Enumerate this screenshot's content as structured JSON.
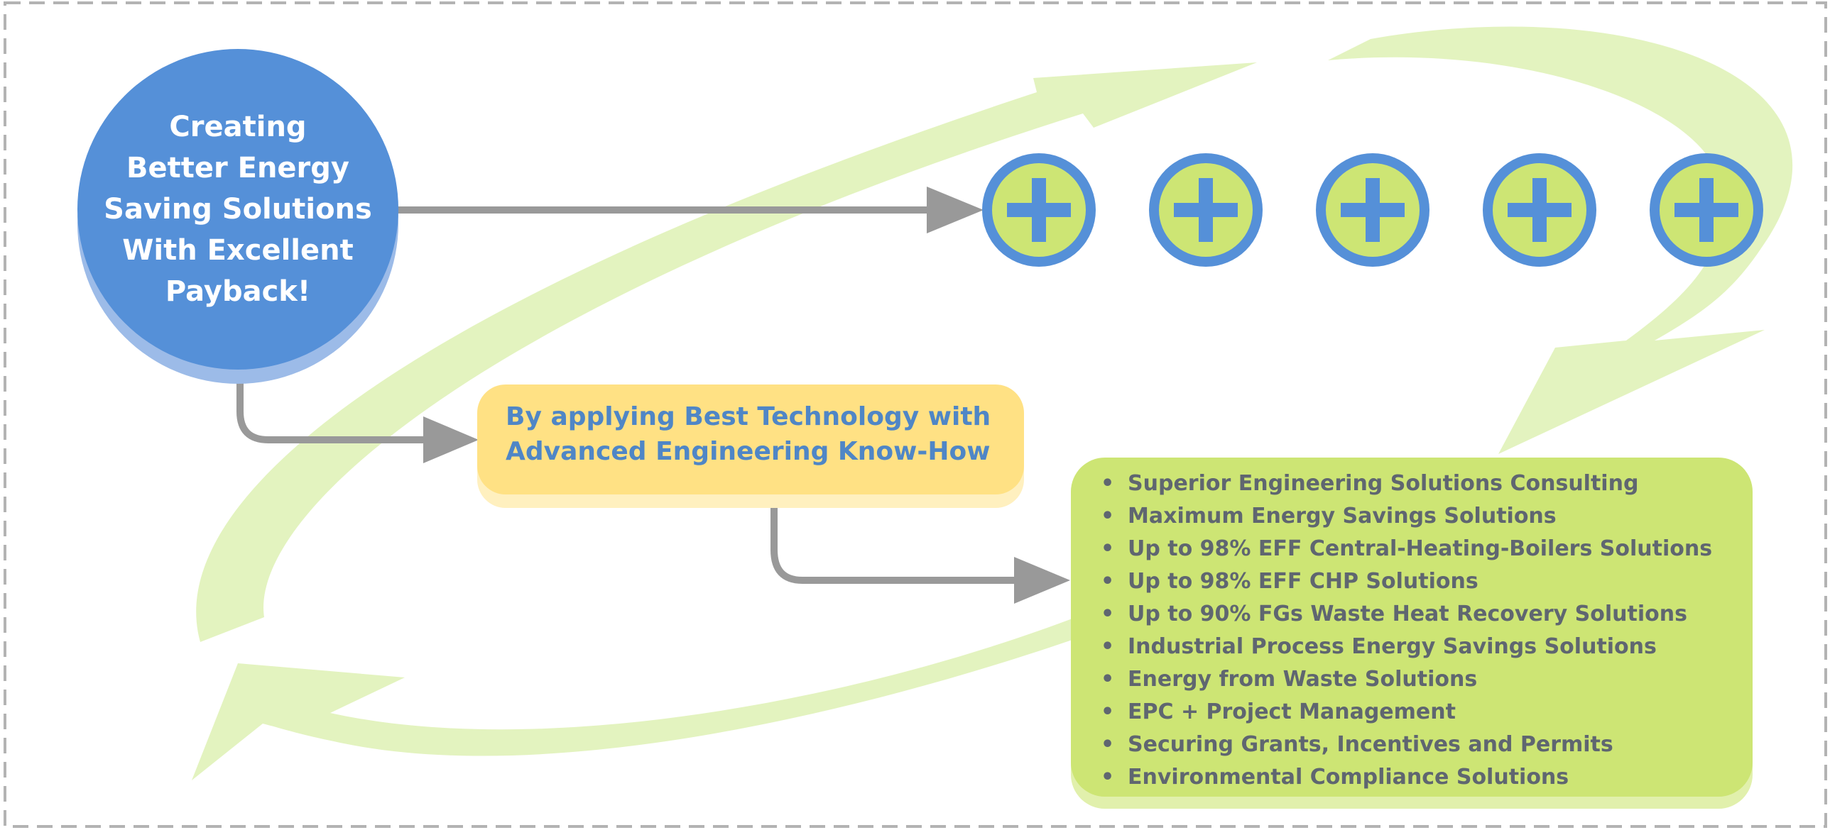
{
  "colors": {
    "blue": "#5590d8",
    "blue_shadow": "#9cbbe8",
    "yellow": "#ffe184",
    "yellow_shadow": "#fff0bf",
    "green": "#cde574",
    "green_shadow": "#e1f0ac",
    "light_green_arrow": "#e3f3bf",
    "gray_arrow": "#999999",
    "border": "#b3b3b3"
  },
  "main_circle": {
    "lines": [
      "Creating",
      "Better Energy",
      "Saving Solutions",
      "With Excellent",
      "Payback!"
    ]
  },
  "plus_icons": [
    {
      "name": "plus-icon"
    },
    {
      "name": "plus-icon"
    },
    {
      "name": "plus-icon"
    },
    {
      "name": "plus-icon"
    },
    {
      "name": "plus-icon"
    }
  ],
  "technology_box": {
    "line1": "By applying Best Technology with",
    "line2": "Advanced Engineering Know-How"
  },
  "solutions": [
    "Superior Engineering Solutions Consulting",
    "Maximum Energy Savings Solutions",
    "Up to 98% EFF Central-Heating-Boilers Solutions",
    "Up to 98% EFF CHP Solutions",
    "Up to 90% FGs Waste Heat Recovery Solutions",
    "Industrial Process Energy Savings Solutions",
    "Energy from Waste Solutions",
    "EPC + Project Management",
    "Securing Grants, Incentives and Permits",
    "Environmental Compliance Solutions"
  ]
}
